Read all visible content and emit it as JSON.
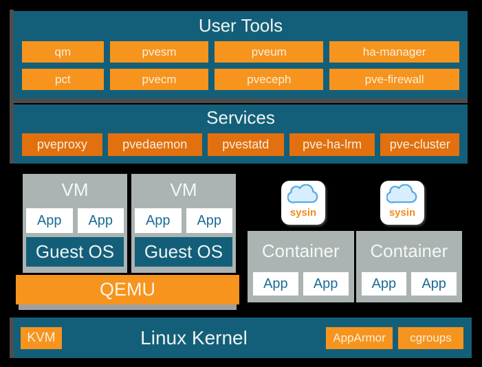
{
  "user_tools": {
    "title": "User Tools",
    "rows": [
      [
        "qm",
        "pvesm",
        "pveum",
        "ha-manager"
      ],
      [
        "pct",
        "pvecm",
        "pveceph",
        "pve-firewall"
      ]
    ]
  },
  "services": {
    "title": "Services",
    "items": [
      "pveproxy",
      "pvedaemon",
      "pvestatd",
      "pve-ha-lrm",
      "pve-cluster"
    ]
  },
  "vm_stack": {
    "vm_label": "VM",
    "app_label": "App",
    "guest_os_label": "Guest OS",
    "qemu_label": "QEMU"
  },
  "containers": {
    "title": "Container",
    "app_label": "App"
  },
  "watermark": {
    "label": "sysin",
    "icon": "cloud-icon"
  },
  "kernel": {
    "title": "Linux Kernel",
    "kvm_label": "KVM",
    "features": [
      "AppArmor",
      "cgroups"
    ]
  },
  "colors": {
    "background": "#000000",
    "panel_teal": "#135f79",
    "orange_bright": "#f7941d",
    "orange_dark": "#e2700f",
    "box_gray": "#abb4b2",
    "frame_gray": "#4d4d4d",
    "qemu_shadow_gray": "#a0a0a0",
    "app_text_blue": "#1a6a94",
    "sysin_orange": "#ef8d1e",
    "cloud_blue": "#55ace5"
  }
}
